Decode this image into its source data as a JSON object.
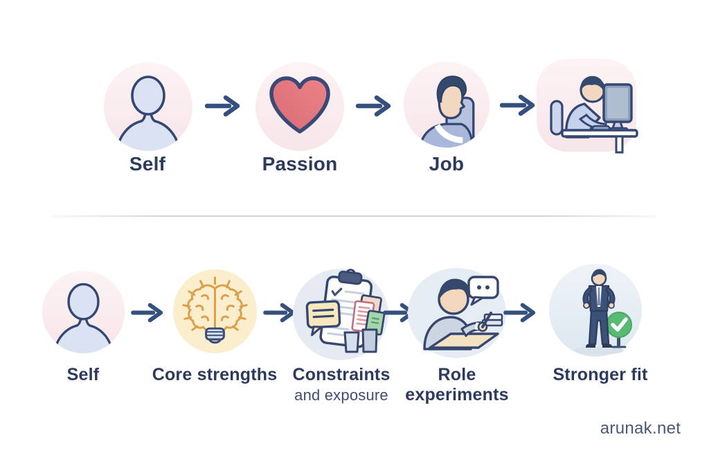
{
  "flows": {
    "top": {
      "items": [
        {
          "label": "Self",
          "icon": "person-silhouette-icon"
        },
        {
          "label": "Passion",
          "icon": "heart-icon"
        },
        {
          "label": "Job",
          "icon": "person-profile-icon"
        },
        {
          "label": "",
          "icon": "person-at-computer-icon"
        }
      ]
    },
    "bottom": {
      "items": [
        {
          "label": "Self",
          "icon": "person-silhouette-icon"
        },
        {
          "label": "Core strengths",
          "icon": "brain-lightbulb-icon"
        },
        {
          "label": "Constraints",
          "sublabel": "and exposure",
          "icon": "clipboard-papers-icon"
        },
        {
          "label": "Role",
          "sublabel": "experiments",
          "icon": "person-writing-icon"
        },
        {
          "label": "Stronger fit",
          "icon": "person-checkmark-icon"
        }
      ]
    }
  },
  "watermark": "arunak.net",
  "colors": {
    "text": "#2d3a5e",
    "arrow": "#35507d",
    "outline": "#36466e",
    "pink_circle": "#faecef",
    "yellow_circle": "#faeecd",
    "blue_circle": "#e6ecf3",
    "heart_red": "#e2767e",
    "brain_orange": "#dd9f4b",
    "check_green": "#57bb74",
    "watermark_text": "#4a5878"
  }
}
